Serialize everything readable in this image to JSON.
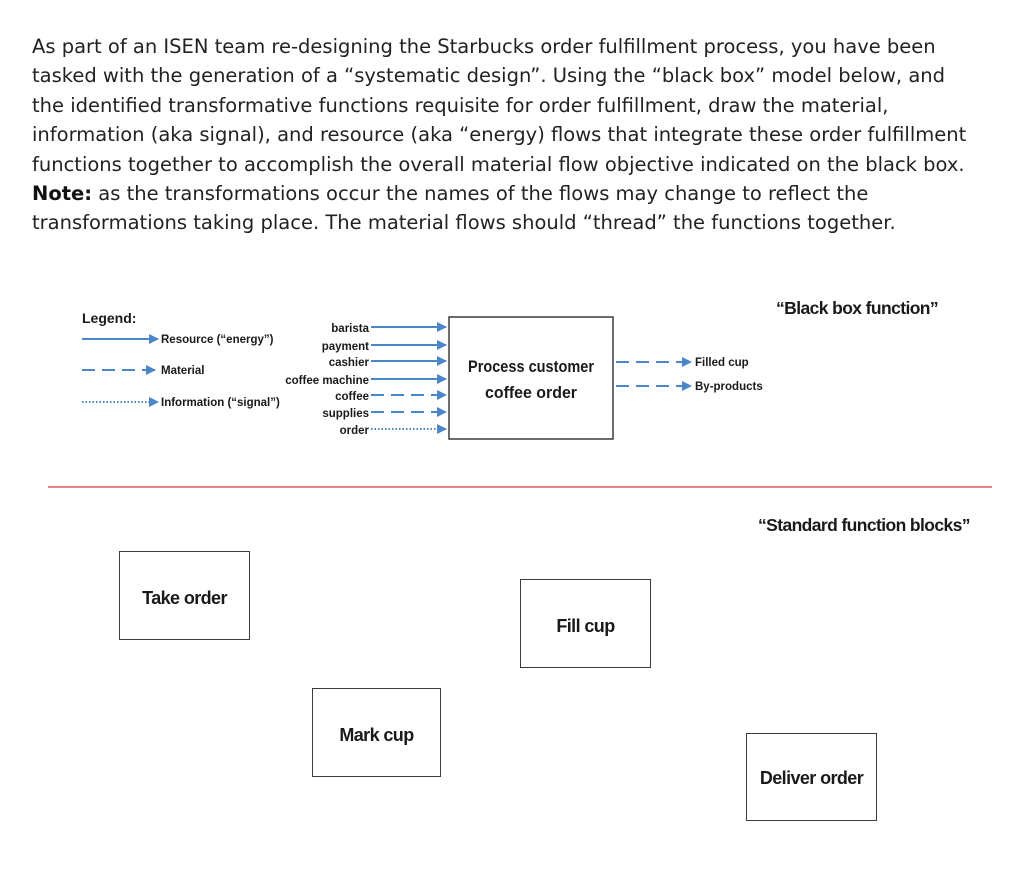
{
  "intro": {
    "part1": "As part of an ISEN team re-designing the Starbucks order fulfillment process, you have been tasked with the generation of a “systematic design”. Using the “black box” model below, and the identified transformative functions requisite for order fulfillment, draw the material, information (aka signal), and resource (aka “energy) flows that integrate these order fulfillment functions together to accomplish the overall material flow objective indicated on the black box.",
    "note_label": "Note:",
    "part2": "as the transformations occur the names of the flows may change to reflect the transformations taking place. The material flows should “thread” the functions together."
  },
  "legend": {
    "title": "Legend:",
    "resource": "Resource (“energy”)",
    "material": "Material",
    "information": "Information (“signal”)"
  },
  "black_box": {
    "heading": "“Black box function”",
    "function_line1": "Process customer",
    "function_line2": "coffee order",
    "inputs": [
      {
        "label": "barista",
        "type": "resource"
      },
      {
        "label": "payment",
        "type": "resource"
      },
      {
        "label": "cashier",
        "type": "resource"
      },
      {
        "label": "coffee machine",
        "type": "resource"
      },
      {
        "label": "coffee",
        "type": "material"
      },
      {
        "label": "supplies",
        "type": "material"
      },
      {
        "label": "order",
        "type": "information"
      }
    ],
    "outputs": [
      {
        "label": "Filled cup",
        "type": "material"
      },
      {
        "label": "By-products",
        "type": "material"
      }
    ]
  },
  "standard": {
    "heading": "“Standard function blocks”",
    "blocks": [
      "Take order",
      "Fill cup",
      "Mark cup",
      "Deliver order"
    ]
  },
  "colors": {
    "flow": "#4a86c8",
    "divider": "#e05a5a",
    "box_border": "#3b3b3b"
  }
}
